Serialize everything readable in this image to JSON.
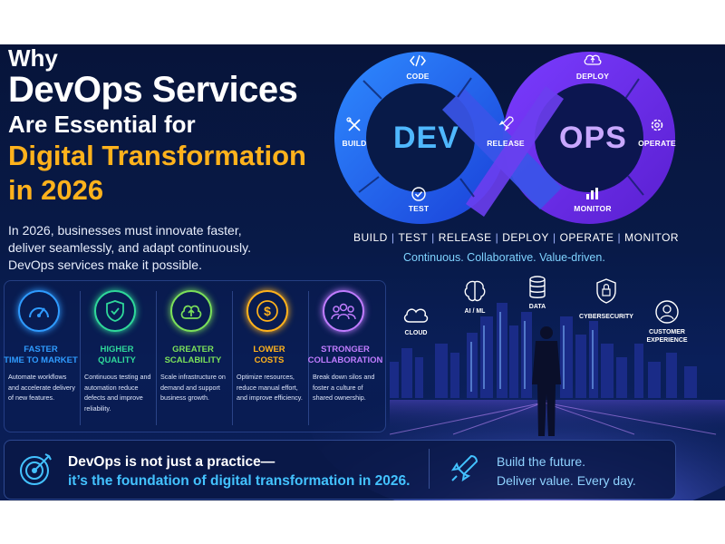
{
  "headline": {
    "line1": "Why",
    "line2": "DevOps Services",
    "line3": "Are Essential for",
    "line4": "Digital Transformation",
    "line5": "in 2026"
  },
  "intro_text": "In 2026, businesses must innovate faster, deliver seamlessly, and adapt continuously. DevOps services make it possible.",
  "loop": {
    "dev_word": "DEV",
    "ops_word": "OPS",
    "nodes": {
      "code": "CODE",
      "build": "BUILD",
      "test": "TEST",
      "release": "RELEASE",
      "deploy": "DEPLOY",
      "operate": "OPERATE",
      "monitor": "MONITOR"
    },
    "icons": {
      "code": "code-icon",
      "build": "tools-icon",
      "test": "check-icon",
      "release": "rocket-icon",
      "deploy": "cloud-upload-icon",
      "operate": "gear-icon",
      "monitor": "bar-chart-icon"
    }
  },
  "stages": [
    "BUILD",
    "TEST",
    "RELEASE",
    "DEPLOY",
    "OPERATE",
    "MONITOR"
  ],
  "tagline": "Continuous. Collaborative. Value-driven.",
  "tech": {
    "cloud": "CLOUD",
    "ai_ml": "AI / ML",
    "data": "DATA",
    "cybersecurity": "CYBERSECURITY",
    "customer_experience_1": "CUSTOMER",
    "customer_experience_2": "EXPERIENCE"
  },
  "benefits": [
    {
      "title1": "FASTER",
      "title2": "TIME TO MARKET",
      "desc": "Automate workflows and accelerate delivery of new features.",
      "icon": "speedometer-icon",
      "color": "#2f9bff"
    },
    {
      "title1": "HIGHER",
      "title2": "QUALITY",
      "desc": "Continuous testing and automation reduce defects and improve reliability.",
      "icon": "shield-check-icon",
      "color": "#2fd89a"
    },
    {
      "title1": "GREATER",
      "title2": "SCALABILITY",
      "desc": "Scale infrastructure on demand and support business growth.",
      "icon": "cloud-upload-icon",
      "color": "#7be05a"
    },
    {
      "title1": "LOWER",
      "title2": "COSTS",
      "desc": "Optimize resources, reduce manual effort, and improve efficiency.",
      "icon": "dollar-icon",
      "color": "#ffb21c"
    },
    {
      "title1": "STRONGER",
      "title2": "COLLABORATION",
      "desc": "Break down silos and foster a culture of shared ownership.",
      "icon": "team-icon",
      "color": "#c07cff"
    }
  ],
  "banner": {
    "line1": "DevOps is not just a practice—",
    "line2": "it’s the foundation of digital transformation in 2026.",
    "right1": "Build the future.",
    "right2": "Deliver value. Every day.",
    "left_icon": "target-icon",
    "right_icon": "rocket-icon"
  },
  "colors": {
    "accent_orange": "#ffb21c",
    "dev_blue": "#2f6bff",
    "ops_purple": "#8a3cff",
    "cyan": "#43c2ff"
  }
}
